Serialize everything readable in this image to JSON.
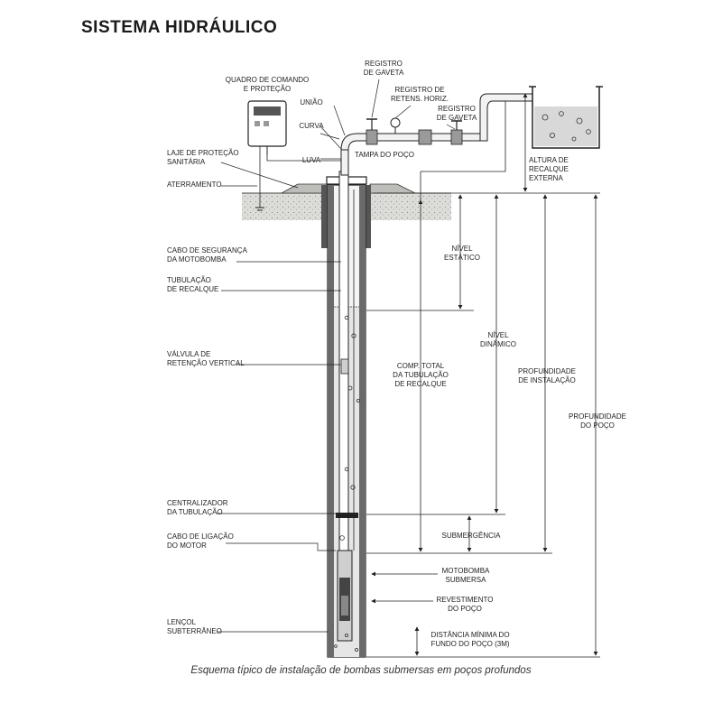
{
  "title": "SISTEMA HIDRÁULICO",
  "caption": "Esquema típico de instalação de bombas submersas em poços profundos",
  "labels": {
    "quadro": [
      "QUADRO DE COMANDO",
      "E PROTEÇÃO"
    ],
    "registro_gaveta_top": [
      "REGISTRO",
      "DE GAVETA"
    ],
    "registro_retencao": [
      "REGISTRO DE",
      "RETENS. HORIZ."
    ],
    "registro_gaveta_2": [
      "REGISTRO",
      "DE GAVETA"
    ],
    "uniao": "UNIÃO",
    "curva": "CURVA",
    "luva": "LUVA",
    "tampa": "TAMPA DO POÇO",
    "laje": [
      "LAJE DE PROTEÇÃO",
      "SANITÁRIA"
    ],
    "aterramento": "ATERRAMENTO",
    "cabo_seguranca": [
      "CABO DE SEGURANÇA",
      "DA MOTOBOMBA"
    ],
    "tubulacao_recalque": [
      "TUBULAÇÃO",
      "DE RECALQUE"
    ],
    "valvula": [
      "VÁLVULA DE",
      "RETENÇÃO VERTICAL"
    ],
    "centralizador": [
      "CENTRALIZADOR",
      "DA TUBULAÇÃO"
    ],
    "cabo_ligacao": [
      "CABO DE LIGAÇÃO",
      "DO MOTOR"
    ],
    "lencol": [
      "LENÇOL",
      "SUBTERRÂNEO"
    ],
    "altura_recalque": [
      "ALTURA DE",
      "RECALQUE",
      "EXTERNA"
    ],
    "nivel_estatico": [
      "NÍVEL",
      "ESTÁTICO"
    ],
    "nivel_dinamico": [
      "NÍVEL",
      "DINÂMICO"
    ],
    "comp_total": [
      "COMP. TOTAL",
      "DA TUBULAÇÃO",
      "DE RECALQUE"
    ],
    "prof_instalacao": [
      "PROFUNDIDADE",
      "DE INSTALAÇÃO"
    ],
    "prof_poco": [
      "PROFUNDIDADE",
      "DO POÇO"
    ],
    "submergencia": "SUBMERGÊNCIA",
    "motobomba": [
      "MOTOBOMBA",
      "SUBMERSA"
    ],
    "revestimento": [
      "REVESTIMENTO",
      "DO POÇO"
    ],
    "distancia_minima": [
      "DISTÂNCIA MÍNIMA DO",
      "FUNDO DO POÇO (3m)"
    ]
  }
}
